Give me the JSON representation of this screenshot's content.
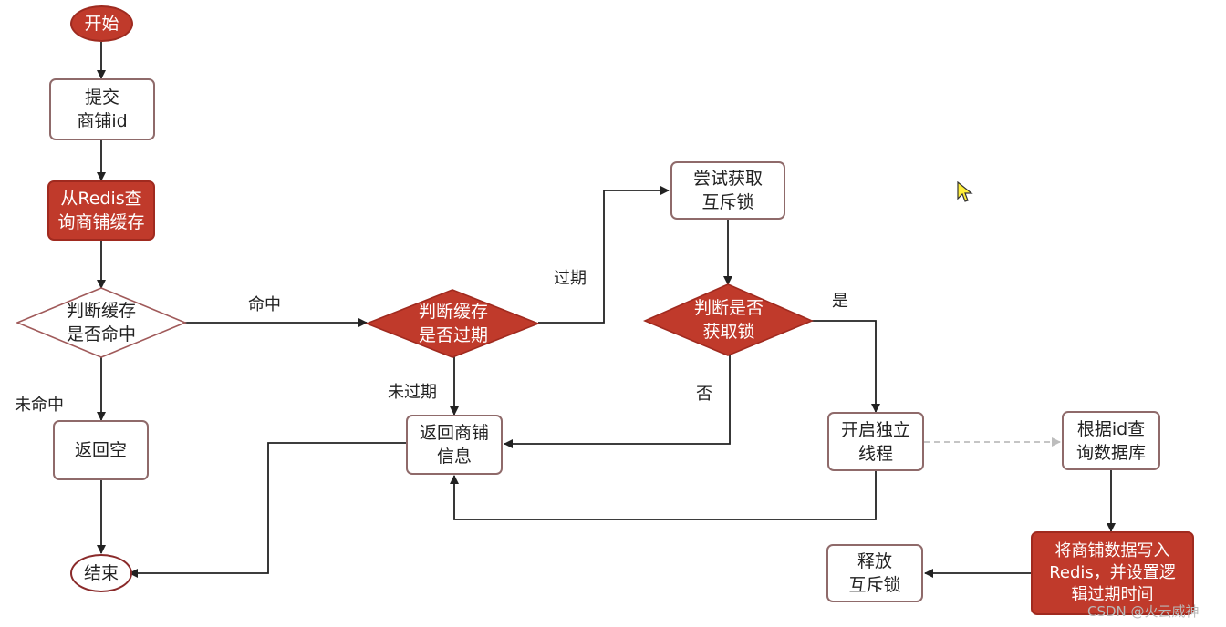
{
  "diagram": {
    "nodes": {
      "start": "开始",
      "submit": "提交\n商铺id",
      "query_redis": "从Redis查\n询商铺缓存",
      "check_hit": "判断缓存\n是否命中",
      "return_null": "返回空",
      "end": "结束",
      "check_expired": "判断缓存\n是否过期",
      "return_info": "返回商铺\n信息",
      "try_lock": "尝试获取\n互斥锁",
      "check_lock": "判断是否\n获取锁",
      "open_thread": "开启独立\n线程",
      "query_db": "根据id查\n询数据库",
      "write_redis": "将商铺数据写入\nRedis，并设置逻\n辑过期时间",
      "release_lock": "释放\n互斥锁"
    },
    "edge_labels": {
      "hit": "命中",
      "miss": "未命中",
      "expired": "过期",
      "not_expired": "未过期",
      "yes": "是",
      "no": "否"
    },
    "colors": {
      "accent_red": "#c03a2b",
      "line": "#222222",
      "dashed_line": "#bdbdbd"
    }
  },
  "watermark": "CSDN @火云威神"
}
